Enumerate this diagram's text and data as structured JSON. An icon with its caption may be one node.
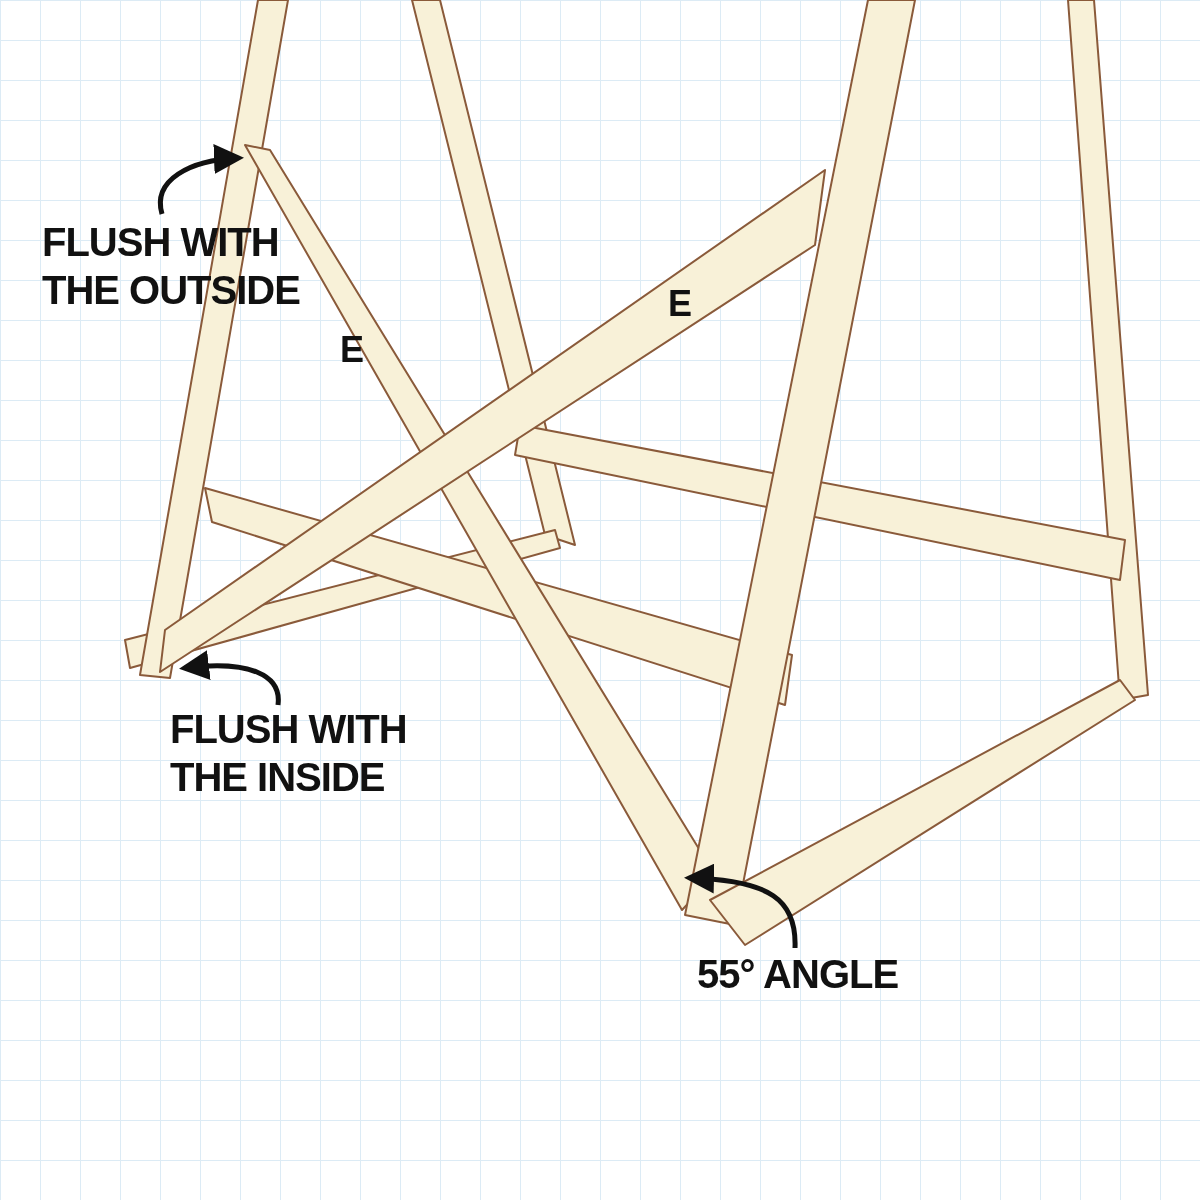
{
  "diagram": {
    "nodes": [
      {
        "text": [
          "FLUSH WITH THE OUTSIDE"
        ]
      },
      {
        "text": [
          "FLUSH WITH THE INSIDE"
        ]
      },
      {
        "text": [
          "55° ANGLE"
        ]
      }
    ],
    "edges": [
      {
        "from": 0,
        "to": null,
        "arrow": "to"
      },
      {
        "from": 1,
        "to": null,
        "arrow": "to"
      },
      {
        "from": 2,
        "to": null,
        "arrow": "to"
      }
    ],
    "labels": [
      "E",
      "E"
    ]
  }
}
